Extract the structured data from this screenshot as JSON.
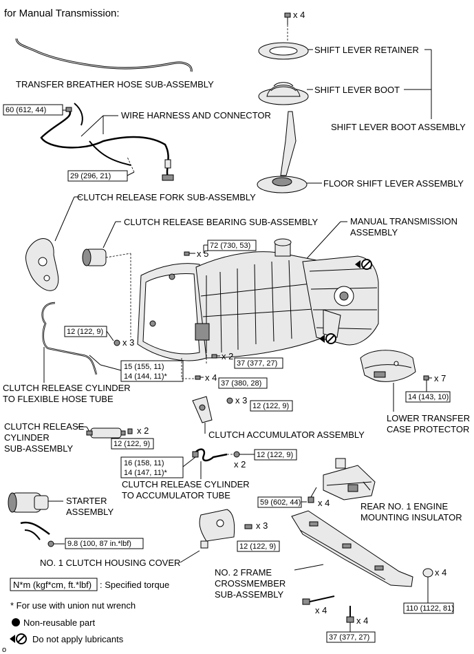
{
  "header": "for Manual Transmission:",
  "labels": {
    "shift_lever_retainer": "SHIFT LEVER RETAINER",
    "shift_lever_boot": "SHIFT LEVER BOOT",
    "shift_lever_boot_assembly": "SHIFT LEVER BOOT ASSEMBLY",
    "floor_shift_lever_assembly": "FLOOR SHIFT LEVER ASSEMBLY",
    "transfer_breather_hose": "TRANSFER BREATHER HOSE SUB-ASSEMBLY",
    "wire_harness": "WIRE HARNESS AND CONNECTOR",
    "clutch_release_fork": "CLUTCH RELEASE FORK SUB-ASSEMBLY",
    "clutch_release_bearing": "CLUTCH RELEASE BEARING SUB-ASSEMBLY",
    "manual_transmission_1": "MANUAL TRANSMISSION",
    "manual_transmission_2": "ASSEMBLY",
    "crc_flex_1": "CLUTCH RELEASE CYLINDER",
    "crc_flex_2": "TO FLEXIBLE HOSE TUBE",
    "lower_transfer_1": "LOWER TRANSFER",
    "lower_transfer_2": "CASE PROTECTOR",
    "clutch_accumulator": "CLUTCH ACCUMULATOR ASSEMBLY",
    "crc_sub_1": "CLUTCH RELEASE",
    "crc_sub_2": "CYLINDER",
    "crc_sub_3": "SUB-ASSEMBLY",
    "crc_acc_1": "CLUTCH RELEASE CYLINDER",
    "crc_acc_2": "TO ACCUMULATOR TUBE",
    "starter_1": "STARTER",
    "starter_2": "ASSEMBLY",
    "rear_insulator_1": "REAR NO. 1 ENGINE",
    "rear_insulator_2": "MOUNTING INSULATOR",
    "housing_cover": "NO. 1 CLUTCH HOUSING COVER",
    "frame_cross_1": "NO. 2 FRAME",
    "frame_cross_2": "CROSSMEMBER",
    "frame_cross_3": "SUB-ASSEMBLY"
  },
  "torques": {
    "t60": "60 (612, 44)",
    "t29": "29 (296, 21)",
    "t72": "72 (730, 53)",
    "t12a": "12 (122, 9)",
    "t15": "15 (155, 11)",
    "t14a": "14 (144, 11)*",
    "t37a": "37 (377, 27)",
    "t37b": "37 (380, 28)",
    "t14b": "14 (143, 10)",
    "t12b": "12 (122, 9)",
    "t12c": "12 (122, 9)",
    "t16": "16 (158, 11)",
    "t14c": "14 (147, 11)*",
    "t12d": "12 (122, 9)",
    "t59": "59 (602, 44)",
    "t98": "9.8 (100, 87 in.*lbf)",
    "t12e": "12 (122, 9)",
    "t110": "110 (1122, 81)",
    "t37c": "37 (377, 27)"
  },
  "counts": {
    "c_retainer": "x 4",
    "c_x5": "x 5",
    "c_x3a": "x 3",
    "c_x2a": "x 2",
    "c_x4a": "x 4",
    "c_x7": "x 7",
    "c_x3b": "x 3",
    "c_x2b": "x 2",
    "c_x2c": "x 2",
    "c_x4b": "x 4",
    "c_x3c": "x 3",
    "c_x4c": "x 4",
    "c_x4d": "x 4",
    "c_x4e": "x 4"
  },
  "legend": {
    "torque_box": "N*m (kgf*cm, ft.*lbf)",
    "torque_desc": ": Specified torque",
    "union_note": "* For use with union nut wrench",
    "non_reusable": "Non-reusable part",
    "no_lubricants": "Do not apply lubricants",
    "corner_mark": "o"
  },
  "icons": [
    "non-reusable-dot-icon",
    "no-lubricant-icon",
    "bolt-icon"
  ],
  "colors": {
    "ink": "#000000",
    "part_fill": "#e9e9e9",
    "shade": "#8d8d8d"
  }
}
